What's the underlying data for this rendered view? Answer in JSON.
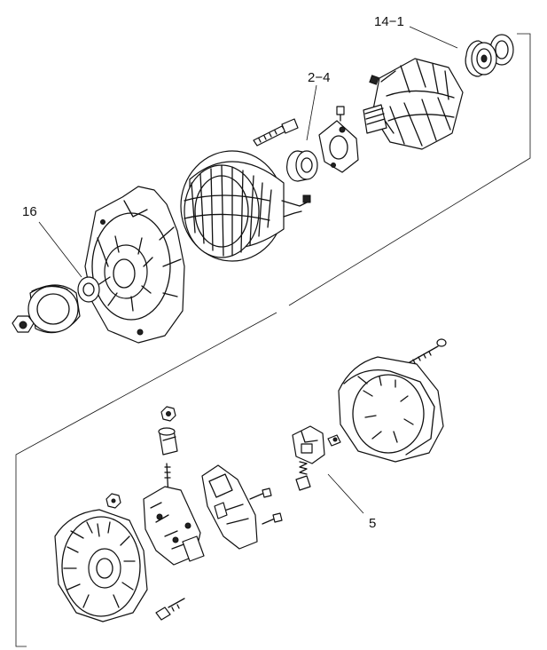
{
  "callouts": {
    "bearing_front": "14−1",
    "bearing_rear": "2−4",
    "pulley_spacer": "16",
    "brush_holder": "5"
  }
}
